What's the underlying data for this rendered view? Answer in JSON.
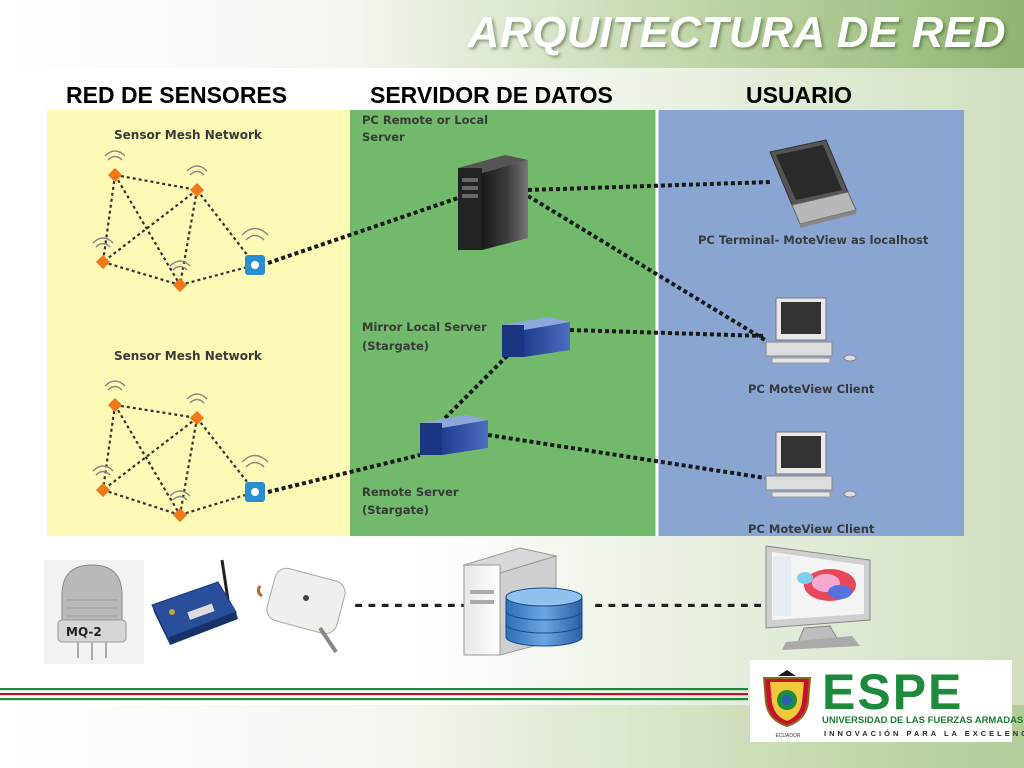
{
  "slide": {
    "title": "ARQUITECTURA DE RED"
  },
  "columns": {
    "sensor_network": "RED DE SENSORES",
    "data_server": "SERVIDOR DE DATOS",
    "user": "USUARIO"
  },
  "diagram": {
    "zones": {
      "sensor_color": "#fdfab8",
      "server_color": "#71b96b",
      "user_color": "#8aa5d2"
    },
    "labels": {
      "mesh_top": "Sensor Mesh Network",
      "mesh_bottom": "Sensor Mesh Network",
      "remote_or_local_line1": "PC Remote or Local",
      "remote_or_local_line2": "Server",
      "mirror_line1": "Mirror Local Server",
      "mirror_line2": "(Stargate)",
      "remote_server_line1": "Remote Server",
      "remote_server_line2": "(Stargate)",
      "pc_terminal": "PC Terminal- MoteView as localhost",
      "client_1": "PC MoteView Client",
      "client_2": "PC MoteView Client"
    }
  },
  "hardware": {
    "sensor_chip_text": "MQ-2",
    "items": [
      "gas-sensor",
      "sensor-board",
      "gateway-node",
      "database-server",
      "monitor-application"
    ]
  },
  "footer": {
    "brand": "ESPE",
    "university": "UNIVERSIDAD DE LAS FUERZAS ARMADAS",
    "motto": "INNOVACIÓN PARA LA EXCELENCIA",
    "seal_text": "ECUADOR",
    "stripe_colors": [
      "#1e8a3c",
      "#c8102e",
      "#1e8a3c"
    ]
  }
}
